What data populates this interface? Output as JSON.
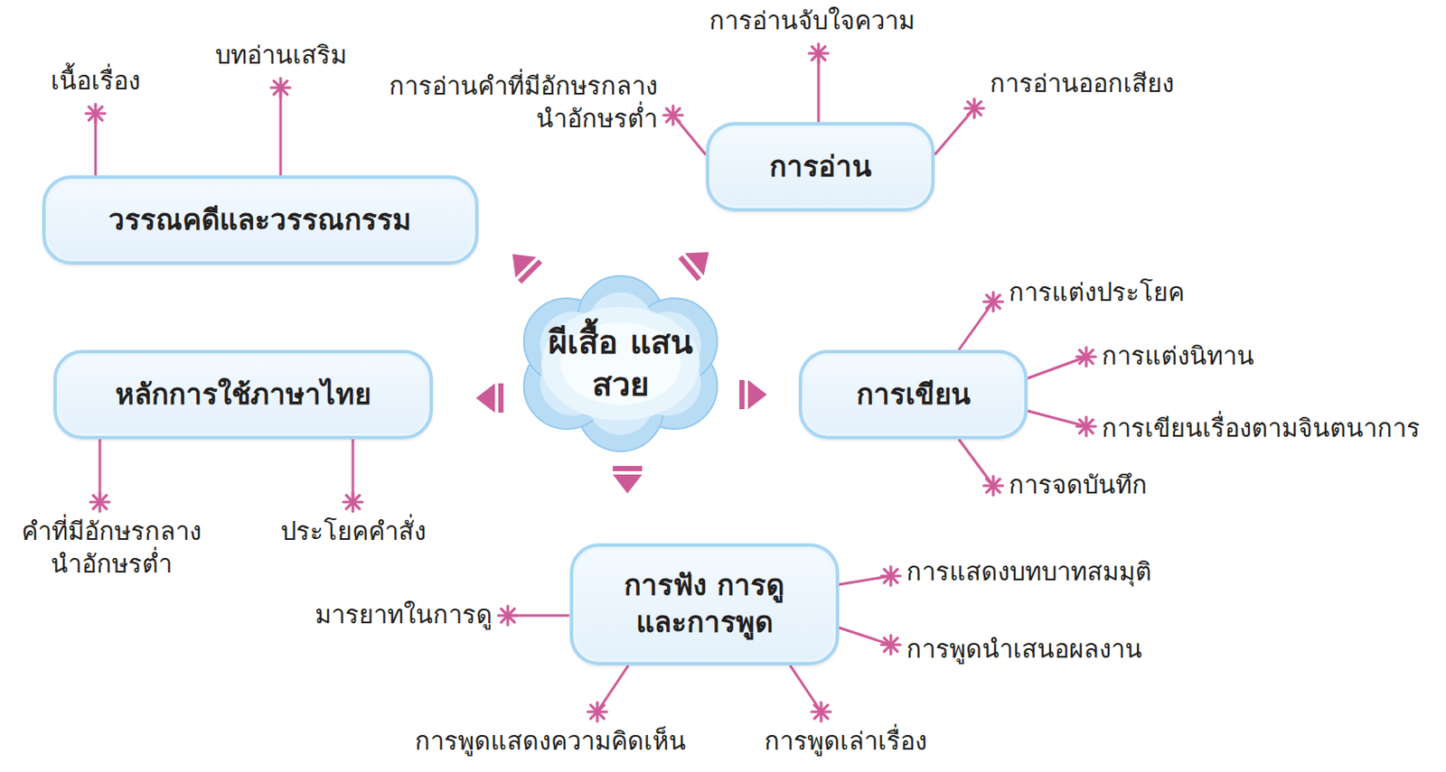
{
  "diagram": {
    "nodes": [
      {
        "text": [
          "ผีเสื้อ แสนสวย"
        ]
      },
      {
        "text": [
          "วรรณคดีและวรรณกรรม"
        ]
      },
      {
        "text": [
          "เนื้อเรื่อง"
        ]
      },
      {
        "text": [
          "บทอ่านเสริม"
        ]
      },
      {
        "text": [
          "การอ่าน"
        ]
      },
      {
        "text": [
          "การอ่านจับใจความ"
        ]
      },
      {
        "text": [
          "การอ่านคำที่มีอักษรกลาง นำอักษรต่ำ"
        ]
      },
      {
        "text": [
          "การอ่านออกเสียง"
        ]
      },
      {
        "text": [
          "หลักการใช้ภาษาไทย"
        ]
      },
      {
        "text": [
          "คำที่มีอักษรกลาง นำอักษรต่ำ"
        ]
      },
      {
        "text": [
          "ประโยคคำสั่ง"
        ]
      },
      {
        "text": [
          "การเขียน"
        ]
      },
      {
        "text": [
          "การแต่งประโยค"
        ]
      },
      {
        "text": [
          "การแต่งนิทาน"
        ]
      },
      {
        "text": [
          "การเขียนเรื่องตามจินตนาการ"
        ]
      },
      {
        "text": [
          "การจดบันทึก"
        ]
      },
      {
        "text": [
          "การฟัง การดู และการพูด"
        ]
      },
      {
        "text": [
          "มารยาทในการดู"
        ]
      },
      {
        "text": [
          "การแสดงบทบาทสมมุติ"
        ]
      },
      {
        "text": [
          "การพูดนำเสนอผลงาน"
        ]
      },
      {
        "text": [
          "การพูดแสดงความคิดเห็น"
        ]
      },
      {
        "text": [
          "การพูดเล่าเรื่อง"
        ]
      }
    ],
    "edges": [
      {
        "from": 1,
        "to": 2,
        "arrow": "none"
      },
      {
        "from": 1,
        "to": 3,
        "arrow": "none"
      },
      {
        "from": 4,
        "to": 5,
        "arrow": "none"
      },
      {
        "from": 4,
        "to": 6,
        "arrow": "none"
      },
      {
        "from": 4,
        "to": 7,
        "arrow": "none"
      },
      {
        "from": 8,
        "to": 9,
        "arrow": "none"
      },
      {
        "from": 8,
        "to": 10,
        "arrow": "none"
      },
      {
        "from": 11,
        "to": 12,
        "arrow": "none"
      },
      {
        "from": 11,
        "to": 13,
        "arrow": "none"
      },
      {
        "from": 11,
        "to": 14,
        "arrow": "none"
      },
      {
        "from": 11,
        "to": 15,
        "arrow": "none"
      },
      {
        "from": 16,
        "to": 17,
        "arrow": "none"
      },
      {
        "from": 16,
        "to": 18,
        "arrow": "none"
      },
      {
        "from": 16,
        "to": 19,
        "arrow": "none"
      },
      {
        "from": 16,
        "to": 20,
        "arrow": "none"
      },
      {
        "from": 16,
        "to": 21,
        "arrow": "none"
      }
    ]
  }
}
